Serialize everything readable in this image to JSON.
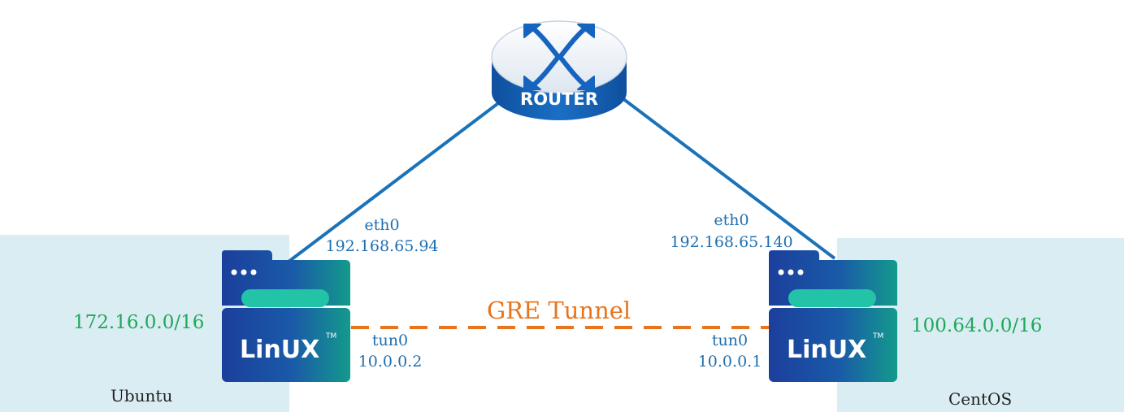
{
  "router": {
    "label": "ROUTER"
  },
  "tunnel": {
    "label": "GRE Tunnel"
  },
  "ubuntu": {
    "name": "Ubuntu",
    "subnet": "172.16.0.0/16",
    "logo_text": "LinUX",
    "eth": {
      "name": "eth0",
      "ip": "192.168.65.94"
    },
    "tun": {
      "name": "tun0",
      "ip": "10.0.0.2"
    }
  },
  "centos": {
    "name": "CentOS",
    "subnet": "100.64.0.0/16",
    "logo_text": "LinUX",
    "eth": {
      "name": "eth0",
      "ip": "192.168.65.140"
    },
    "tun": {
      "name": "tun0",
      "ip": "10.0.0.1"
    }
  },
  "colors": {
    "link_blue": "#1a73b8",
    "tunnel_orange": "#e8741c",
    "subnet_green": "#1fa85a",
    "lan_bg": "#daedf3",
    "router_blue": "#1565c0",
    "server_navy": "#1b3f9c",
    "server_teal": "#22c3a6"
  },
  "icons": [
    "router-icon",
    "linux-server-icon"
  ]
}
